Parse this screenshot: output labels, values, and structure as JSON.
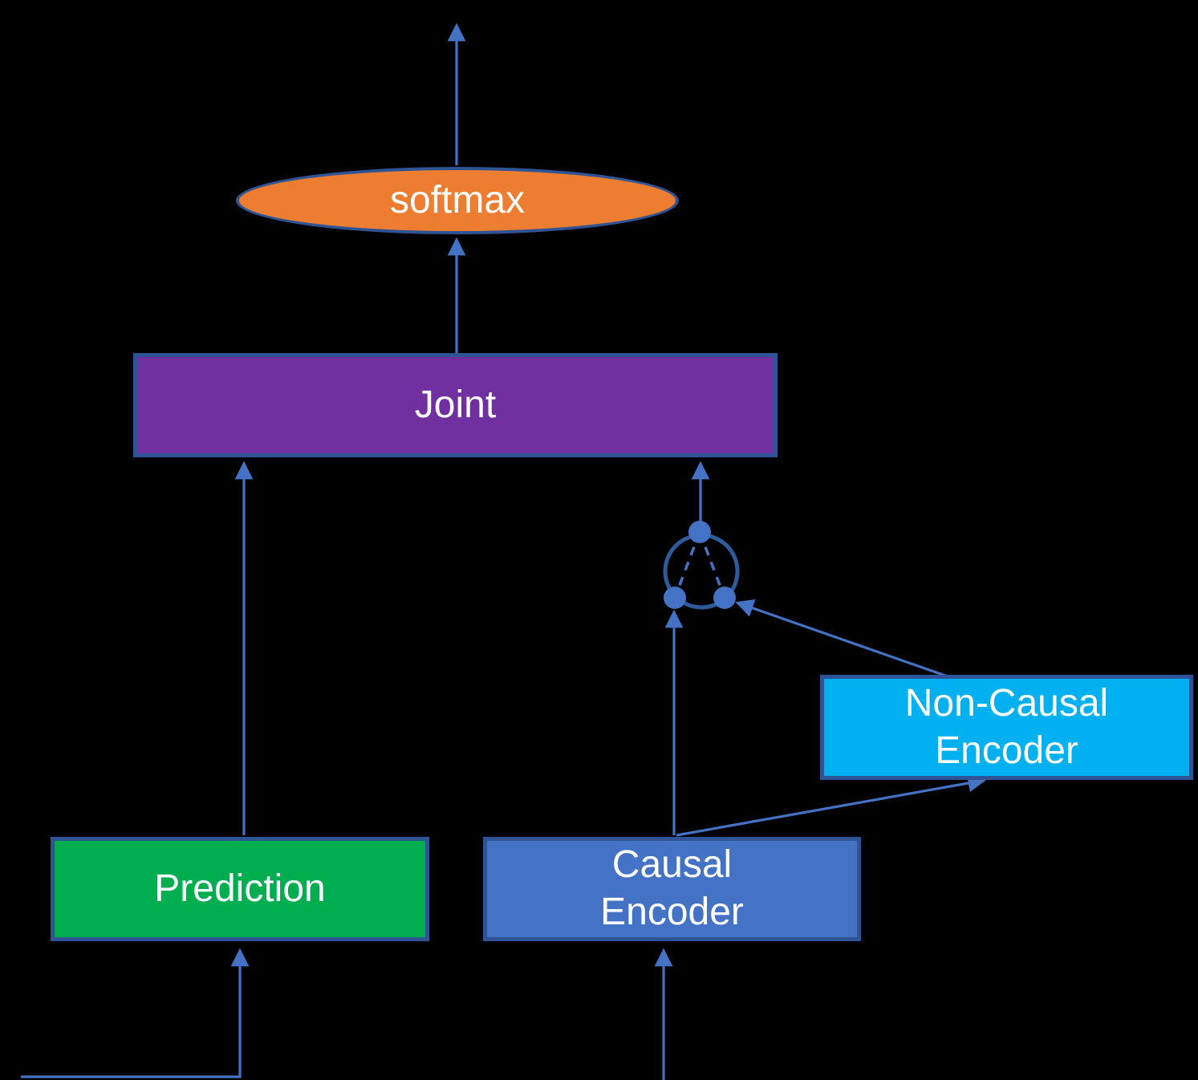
{
  "diagram": {
    "background": "#000000",
    "nodes": {
      "softmax": {
        "label": "softmax",
        "fill": "#ED7D31"
      },
      "joint": {
        "label": "Joint",
        "fill": "#7030A0"
      },
      "prediction": {
        "label": "Prediction",
        "fill": "#00AE50"
      },
      "causal_encoder": {
        "label_line1": "Causal",
        "label_line2": "Encoder",
        "fill": "#4472C4"
      },
      "non_causal_encoder": {
        "label_line1": "Non-Causal",
        "label_line2": "Encoder",
        "fill": "#00B0F0"
      }
    },
    "icons": {
      "switch": "switch-selector-icon"
    },
    "colors": {
      "arrow": "#4472C4",
      "node_border": "#2F5496",
      "switch_ring": "#2E5B9C",
      "label_text": "#FFFFFF"
    }
  }
}
